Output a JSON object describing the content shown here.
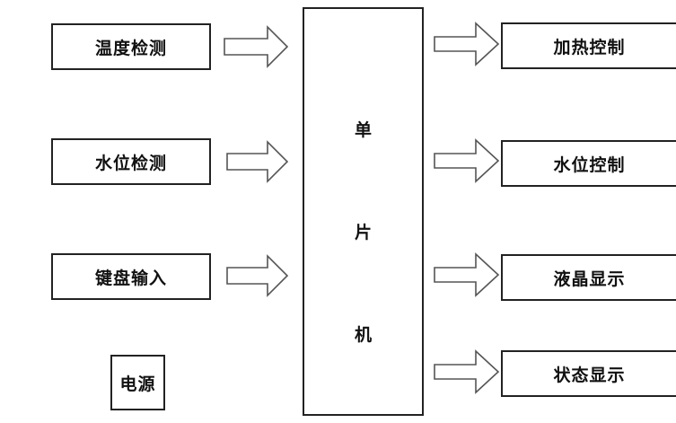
{
  "inputs": [
    "温度检测",
    "水位检测",
    "键盘输入"
  ],
  "power": "电源",
  "mcu": [
    "单",
    "片",
    "机"
  ],
  "outputs": [
    "加热控制",
    "水位控制",
    "液晶显示",
    "状态显示"
  ]
}
